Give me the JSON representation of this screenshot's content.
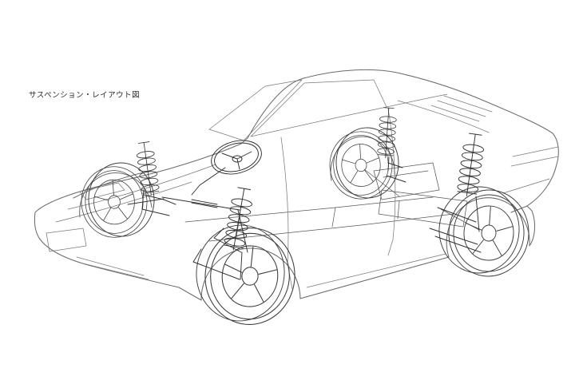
{
  "caption": {
    "text": "サスペンション・レイアウト図"
  },
  "illustration": {
    "subject": "mid-engine sports car see-through line drawing showing suspension layout",
    "style": "monochrome technical line art",
    "background_color": "#ffffff",
    "body_line_color": "#6b6b6b",
    "detail_line_color": "#7a7a7a",
    "wheel_line_color": "#3d3d3d",
    "suspension_line_color": "#303030",
    "chassis_line_color": "#585858",
    "components": [
      "car-body-outline",
      "windshield",
      "side-window",
      "steering-wheel",
      "steering-column",
      "steering-rack",
      "coil-spring-damper-front-right",
      "coil-spring-damper-front-left",
      "coil-spring-damper-rear-right",
      "coil-spring-damper-rear-left",
      "wheel-front-right",
      "wheel-front-left",
      "wheel-rear-right",
      "wheel-rear-left",
      "control-arms",
      "chassis-floor-rails",
      "rear-subframe",
      "engine-unit",
      "engine-cover-louvers"
    ]
  }
}
